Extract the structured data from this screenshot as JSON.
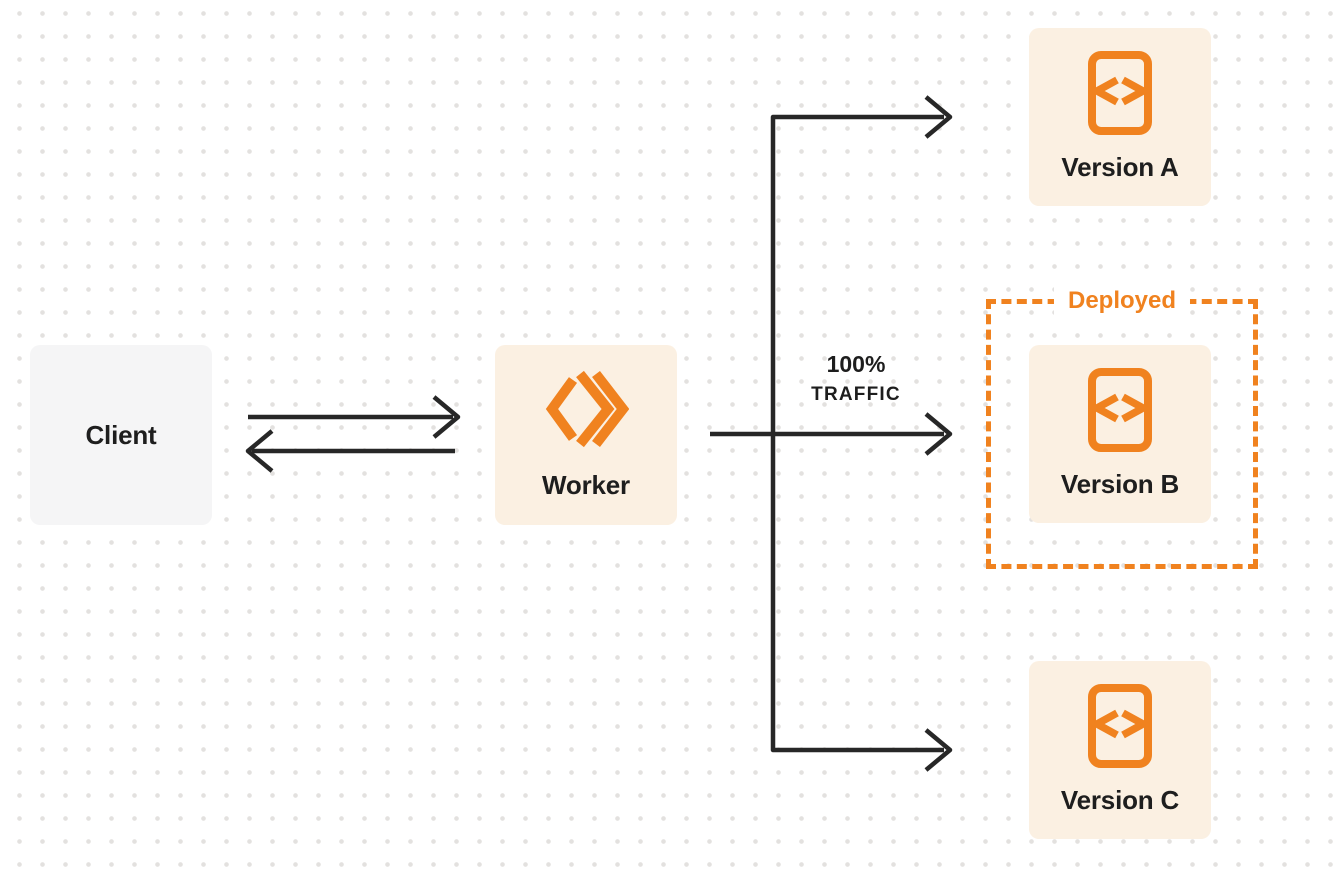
{
  "diagram": {
    "kind": "worker-version-routing-diagram",
    "nodes": {
      "client": {
        "label": "Client"
      },
      "worker": {
        "label": "Worker",
        "icon": "cloudflare-workers-logo-icon"
      },
      "version_a": {
        "label": "Version A",
        "icon": "code-document-icon"
      },
      "version_b": {
        "label": "Version B",
        "icon": "code-document-icon"
      },
      "version_c": {
        "label": "Version C",
        "icon": "code-document-icon"
      }
    },
    "deployed_group": {
      "label": "Deployed"
    },
    "traffic_label": {
      "line1": "100%",
      "line2": "TRAFFIC"
    },
    "edges": [
      {
        "from": "client",
        "to": "worker",
        "direction": "right"
      },
      {
        "from": "worker",
        "to": "client",
        "direction": "left"
      },
      {
        "from": "worker",
        "to": "version_a"
      },
      {
        "from": "worker",
        "to": "version_b",
        "label": "100% TRAFFIC"
      },
      {
        "from": "worker",
        "to": "version_c"
      }
    ],
    "colors": {
      "accent_orange": "#f0821f",
      "node_cream_bg": "#fbf0e2",
      "client_gray_bg": "#f5f5f6",
      "arrow_dark": "#272727",
      "text_dark": "#1e1e1e",
      "background_dot": "#e3e1df"
    }
  }
}
